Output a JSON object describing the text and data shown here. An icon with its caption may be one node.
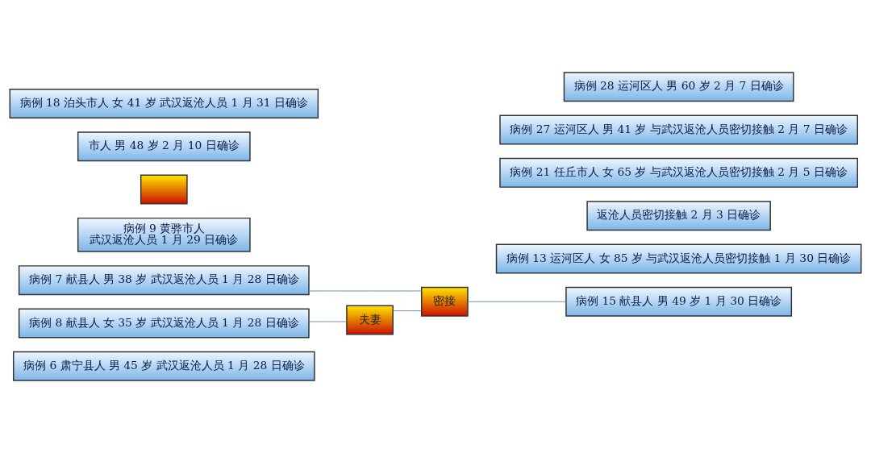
{
  "diagram": {
    "nodes": [
      {
        "text": [
          "病例 6 肃宁县人 男 45 岁 武汉返沧人员 1 月 28 日确诊"
        ]
      },
      {
        "text": [
          "密接"
        ]
      },
      {
        "text": [
          "病例 7 献县人 男 38 岁 武汉返沧人员 1 月 28 日确诊"
        ]
      },
      {
        "text": [
          "病例 15 献县人 男 49 岁 1 月 30 日确诊"
        ]
      },
      {
        "text": [
          "夫妻"
        ]
      },
      {
        "text": [
          "病例 8 献县人 女 35 岁 武汉返沧人员 1 月 28 日确诊"
        ]
      },
      {
        "text": [
          "病例 13 运河区人 女 85 岁 与武汉返沧人员密切接触 1 月 30 日确诊"
        ]
      },
      {
        "text": [
          "病例 9 黄骅市人",
          "武汉返沧人员 1 月 29 日确诊"
        ]
      },
      {
        "text": [
          "返沧人员密切接触 2 月 3 日确诊"
        ]
      },
      {
        "text": [],
        "shape": "box"
      },
      {
        "text": [
          "市人 男 48 岁 2 月 10 日确诊"
        ]
      },
      {
        "text": [
          "病例 18 泊头市人 女 41 岁 武汉返沧人员 1 月 31 日确诊"
        ]
      },
      {
        "text": [
          "病例 21 任丘市人 女 65 岁 与武汉返沧人员密切接触 2 月 5 日确诊"
        ]
      },
      {
        "text": [
          "病例 27 运河区人 男 41 岁 与武汉返沧人员密切接触 2 月 7 日确诊"
        ]
      },
      {
        "text": [
          "病例 28 运河区人 男 60 岁 2 月 7 日确诊"
        ]
      }
    ],
    "edges": [
      {
        "from": 5,
        "to": 4,
        "arrow": "none"
      },
      {
        "from": 4,
        "to": 1,
        "arrow": "none"
      },
      {
        "from": 2,
        "to": 1,
        "arrow": "none"
      },
      {
        "from": 1,
        "to": 3,
        "arrow": "none"
      }
    ]
  }
}
